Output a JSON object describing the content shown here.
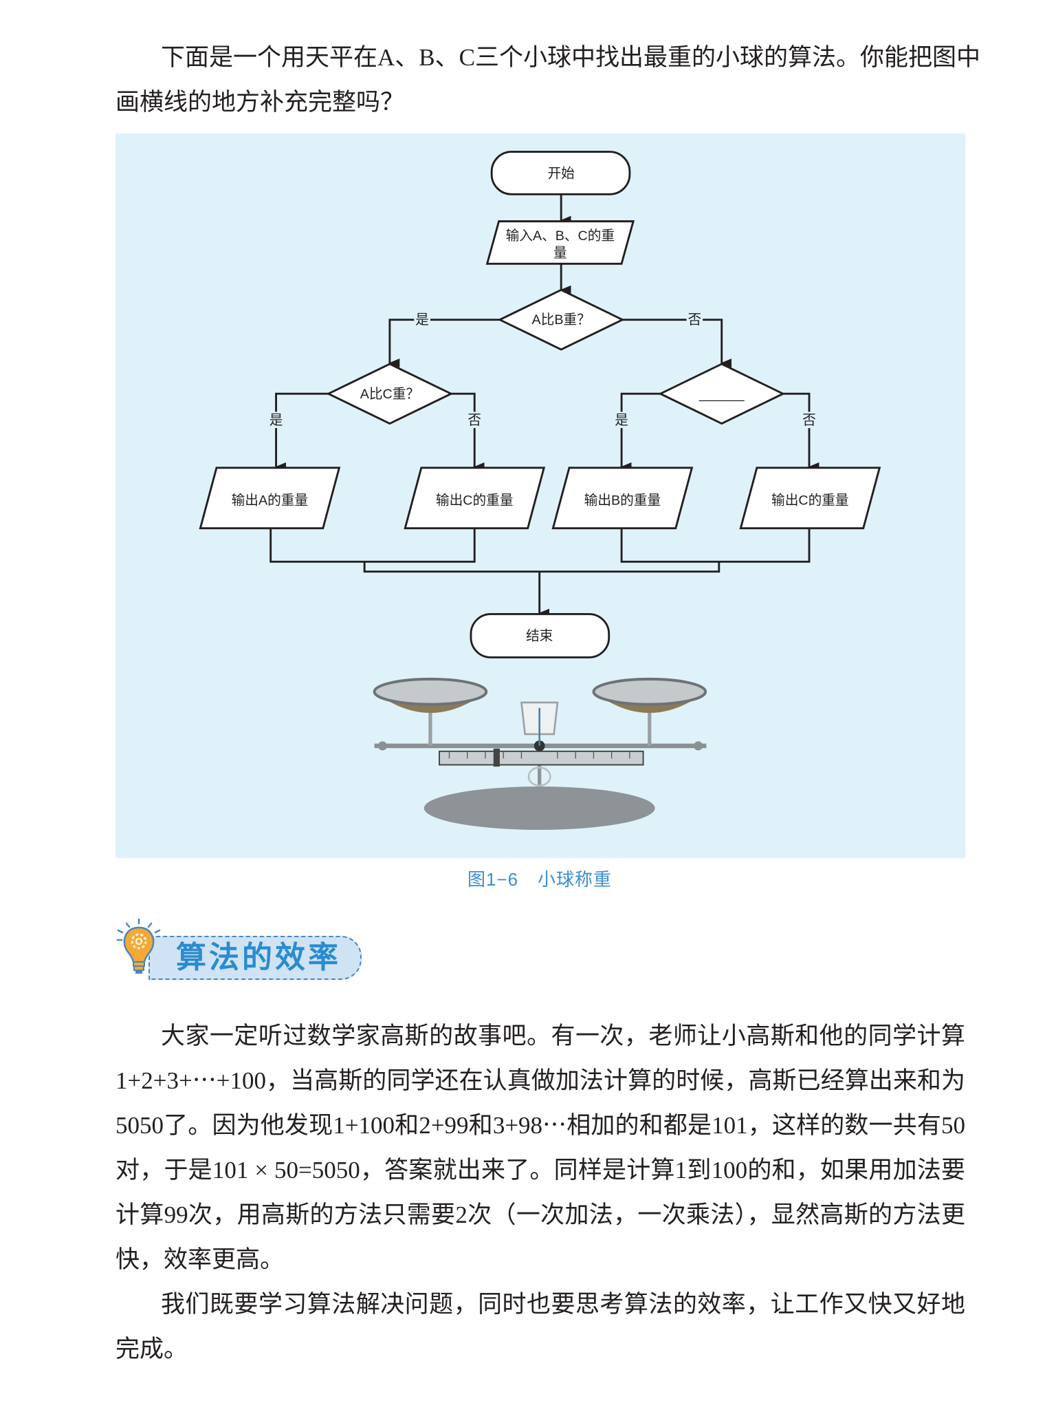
{
  "intro": {
    "lines": [
      "下面是一个用天平在A、B、C三个小球中找出最重的小球的算法。你能把图中",
      "画横线的地方补充完整吗？"
    ]
  },
  "flowchart": {
    "start": "开始",
    "input_line1": "输入A、B、C的重",
    "input_line2": "量",
    "decision1": "A比B重？",
    "decision2": "A比C重？",
    "decision3_blank": "______",
    "yes": "是",
    "no": "否",
    "output_a": "输出A的重量",
    "output_c1": "输出C的重量",
    "output_b": "输出B的重量",
    "output_c2": "输出C的重量",
    "end": "结束"
  },
  "caption": {
    "number": "图1−6",
    "title": "小球称重"
  },
  "section": {
    "title": "算法的效率"
  },
  "body": {
    "p1": [
      "大家一定听过数学家高斯的故事吧。有一次，老师让小高斯和他的同学计算",
      "1+2+3+⋯+100，当高斯的同学还在认真做加法计算的时候，高斯已经算出来和为",
      "5050了。因为他发现1+100和2+99和3+98⋯相加的和都是101，这样的数一共有50",
      "对，于是101 × 50=5050，答案就出来了。同样是计算1到100的和，如果用加法要",
      "计算99次，用高斯的方法只需要2次（一次加法，一次乘法），显然高斯的方法更",
      "快，效率更高。"
    ],
    "p2": [
      "我们既要学习算法解决问题，同时也要思考算法的效率，让工作又快又好地",
      "完成。"
    ]
  },
  "colors": {
    "panel": "#dff2fa",
    "accent": "#3a8fd0",
    "bulb": "#f4a935"
  }
}
